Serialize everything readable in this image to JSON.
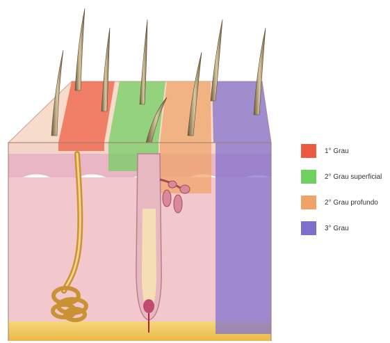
{
  "legend": [
    {
      "label": "1° Grau",
      "color": "#ee5a40"
    },
    {
      "label": "2° Grau superficial",
      "color": "#6fcf5f"
    },
    {
      "label": "2° Grau profundo",
      "color": "#f0a366"
    },
    {
      "label": "3° Grau",
      "color": "#7e6fcf"
    }
  ]
}
